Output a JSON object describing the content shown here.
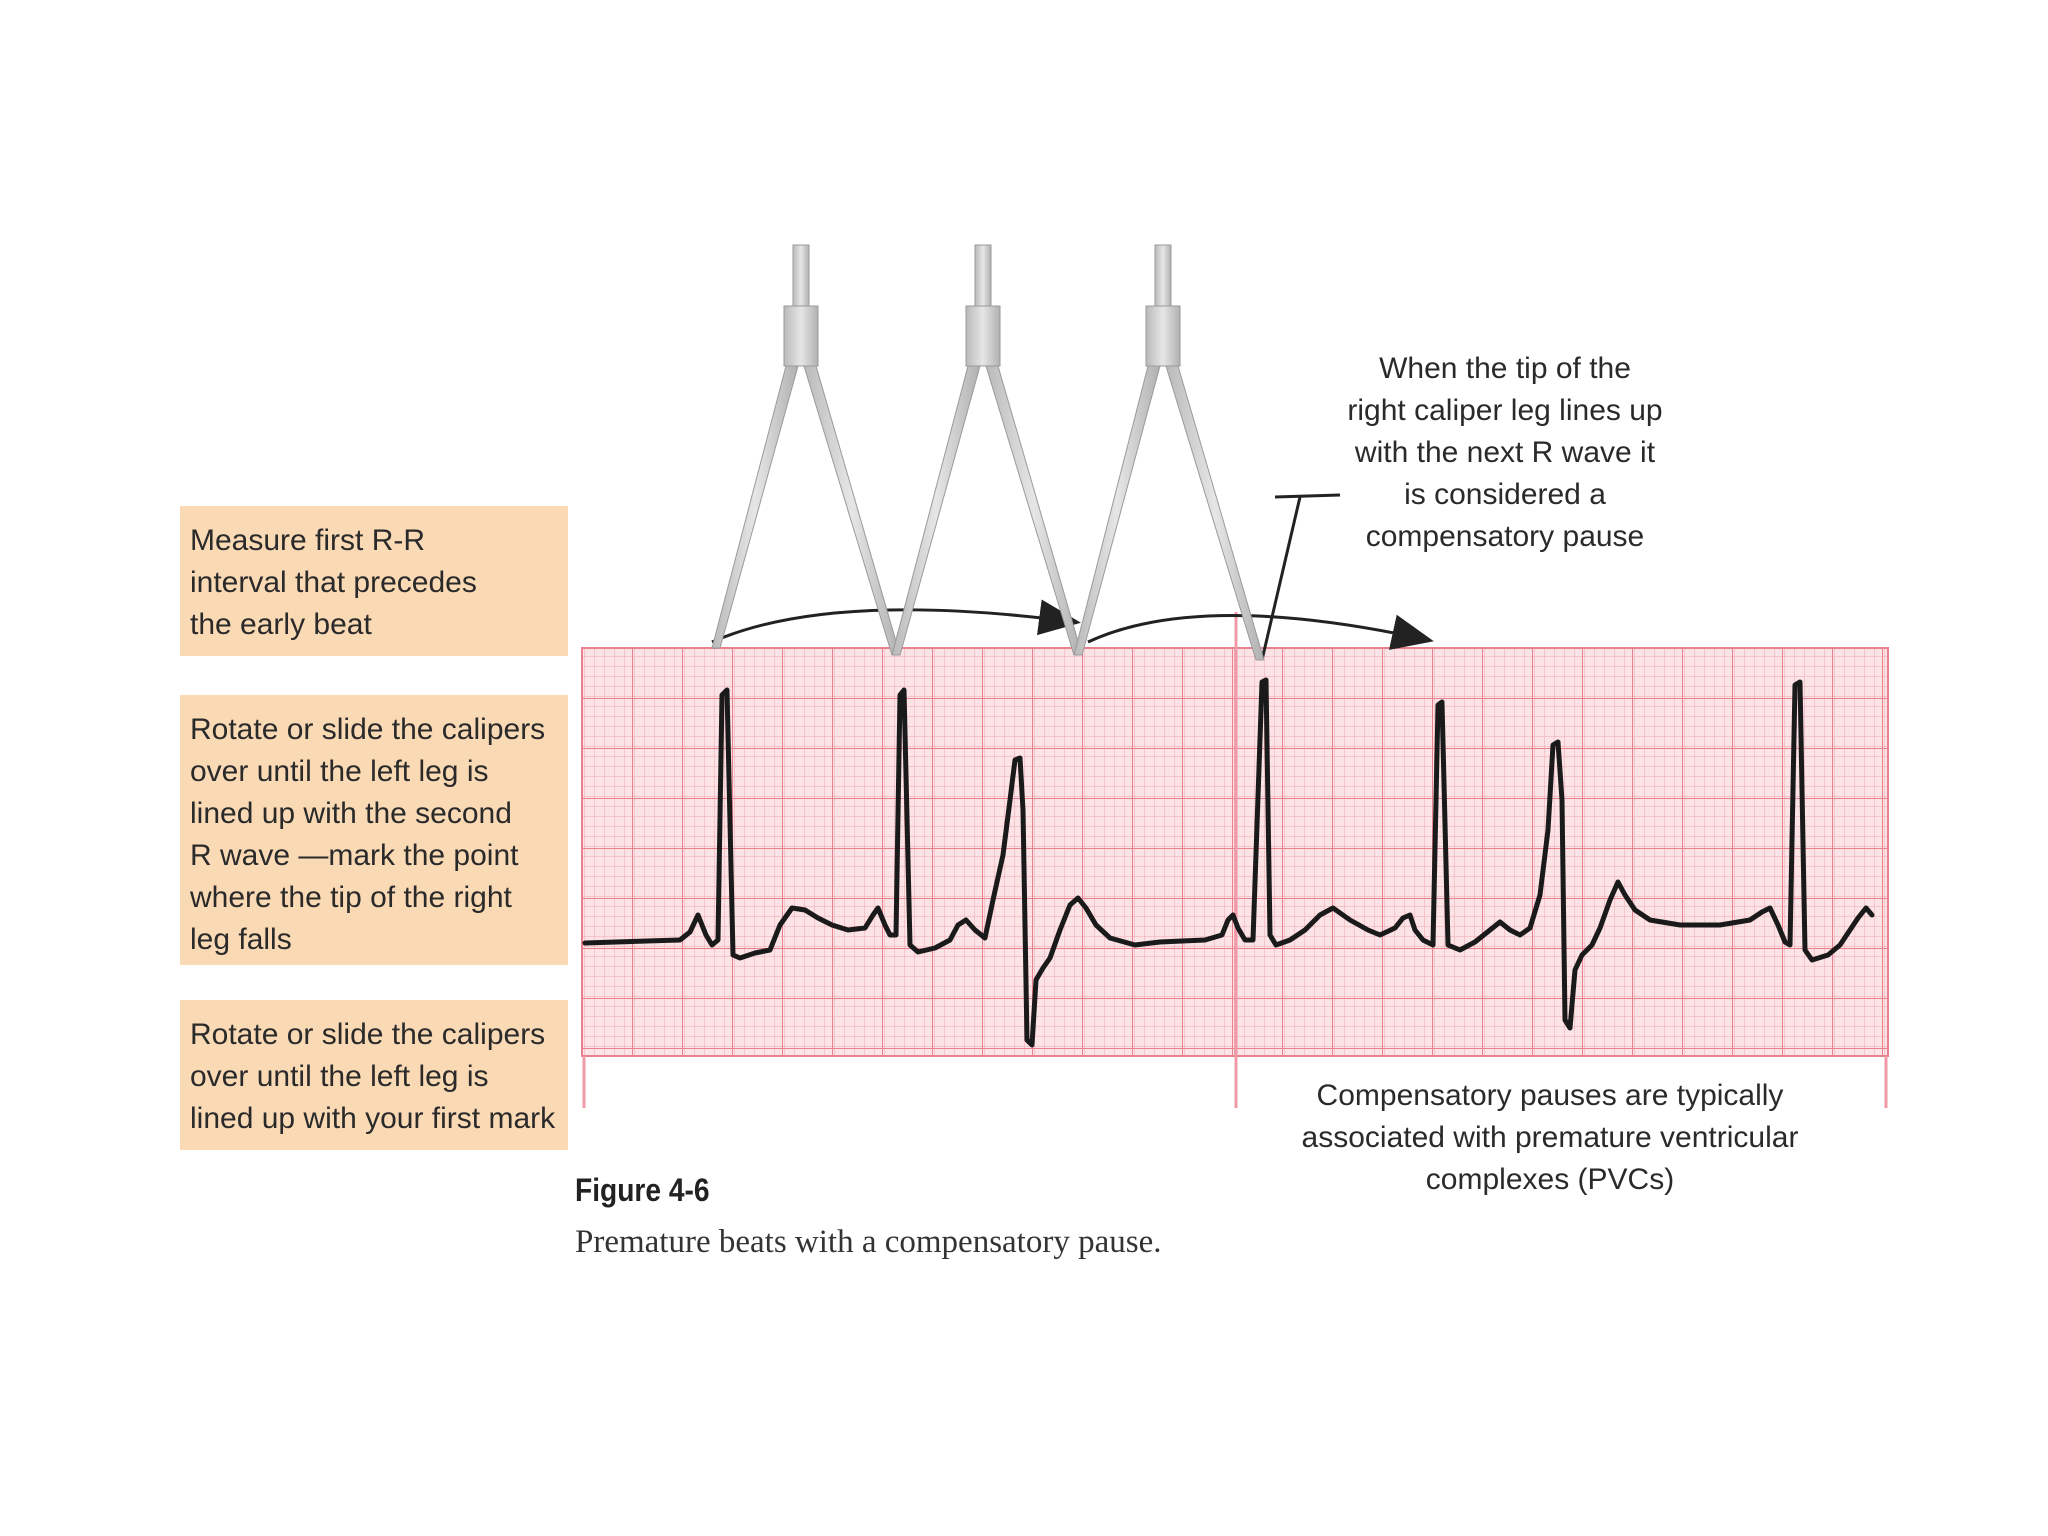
{
  "steps": [
    {
      "text": "Measure first R-R\ninterval that precedes\nthe early beat"
    },
    {
      "text": "Rotate or slide the calipers\nover until the left leg is\nlined up with the second\nR wave —mark the point\nwhere the tip of the right\nleg falls"
    },
    {
      "text": "Rotate or slide the calipers\nover until the left leg is\nlined up with your first mark"
    }
  ],
  "callouts": {
    "top": "When the tip of the\nright caliper leg lines up\nwith the next R wave it\nis considered a\ncompensatory pause",
    "bottom": "Compensatory pauses are typically\nassociated with premature ventricular\ncomplexes (PVCs)"
  },
  "figure": {
    "number": "Figure 4-6",
    "caption": "Premature beats with a compensatory pause."
  },
  "colors": {
    "ecg_paper": "#fbe3e6",
    "grid_minor": "#f2a7b1",
    "grid_major": "#e8808e",
    "trace": "#1a1a1a",
    "note_fill": "#fad9b5",
    "caliper": "#c8c8c8"
  }
}
